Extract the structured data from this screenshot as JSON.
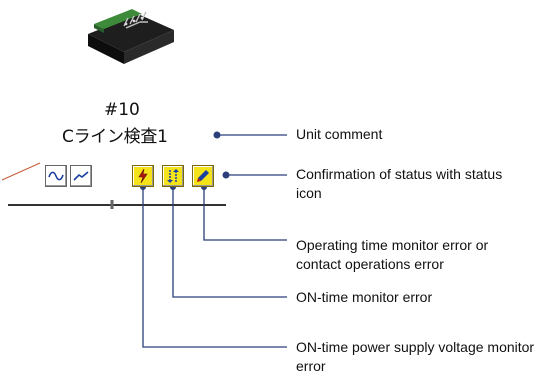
{
  "unit": {
    "number": "#10",
    "comment": "Cライン検査1"
  },
  "device_icon": "network-unit-icon",
  "toolbar_icons": [
    {
      "name": "sine-wave-icon",
      "kind": "tool"
    },
    {
      "name": "trend-graph-icon",
      "kind": "tool"
    },
    {
      "name": "lightning-icon",
      "kind": "status"
    },
    {
      "name": "dotted-arrows-icon",
      "kind": "status"
    },
    {
      "name": "pencil-icon",
      "kind": "status"
    }
  ],
  "callouts": {
    "unit_comment": "Unit comment",
    "confirmation": "Confirmation of status with status icon",
    "operating_time": "Operating time monitor error or contact operations error",
    "on_time": "ON-time monitor error",
    "voltage": "ON-time power supply voltage monitor error"
  },
  "colors": {
    "leader_line": "#2b3f7a",
    "status_icon_fill": "#f4e21b",
    "device_body": "#1e1e1e",
    "device_terminal": "#3d8a3a"
  }
}
